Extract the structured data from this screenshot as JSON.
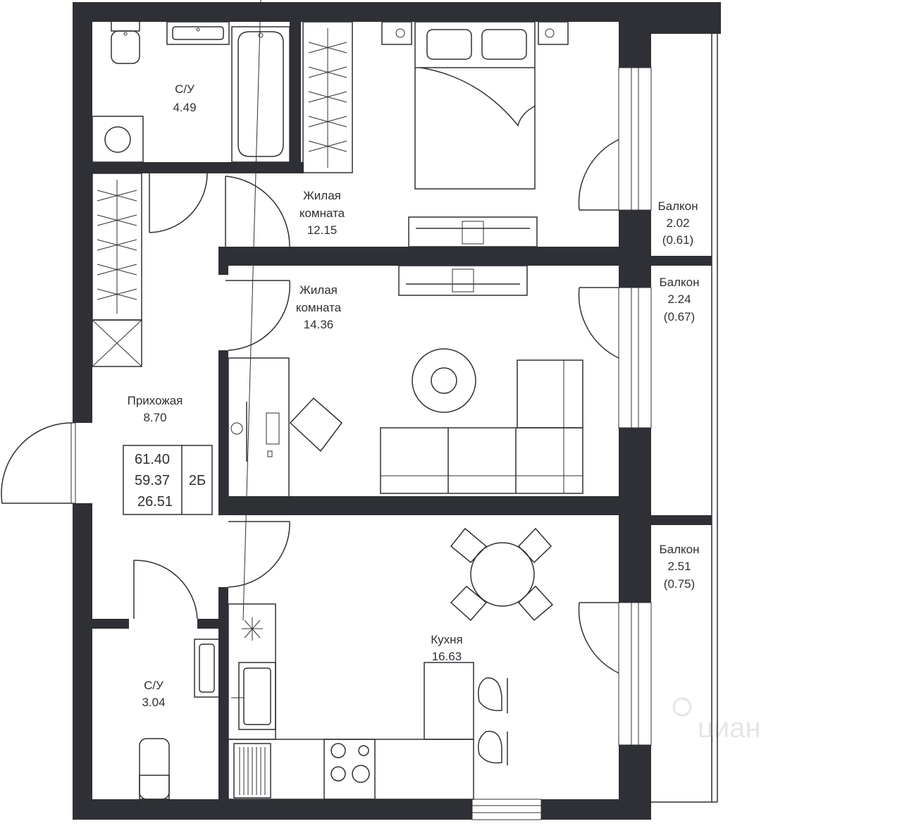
{
  "watermark": "циан",
  "summary": {
    "total_area": "61.40",
    "area_without_balcony": "59.37",
    "living_area": "26.51",
    "type": "2Б"
  },
  "rooms": [
    {
      "id": "bathroom-1",
      "name": "С/У",
      "area": "4.49"
    },
    {
      "id": "bedroom",
      "name_line1": "Жилая",
      "name_line2": "комната",
      "area": "12.15"
    },
    {
      "id": "living-room",
      "name_line1": "Жилая",
      "name_line2": "комната",
      "area": "14.36"
    },
    {
      "id": "hallway",
      "name": "Прихожая",
      "area": "8.70"
    },
    {
      "id": "bathroom-2",
      "name": "С/У",
      "area": "3.04"
    },
    {
      "id": "kitchen",
      "name": "Кухня",
      "area": "16.63"
    }
  ],
  "balconies": [
    {
      "name": "Балкон",
      "area": "2.02",
      "reduced": "(0.61)"
    },
    {
      "name": "Балкон",
      "area": "2.24",
      "reduced": "(0.67)"
    },
    {
      "name": "Балкон",
      "area": "2.51",
      "reduced": "(0.75)"
    }
  ]
}
